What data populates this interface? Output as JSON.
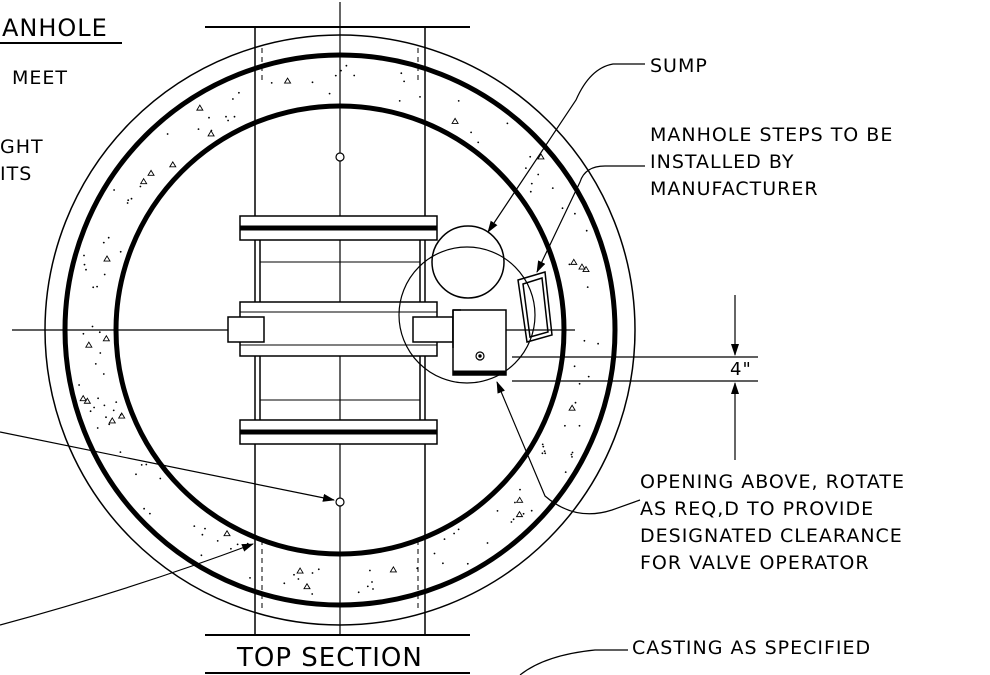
{
  "title_fragment": "ANHOLE",
  "left_notes": {
    "meet": "MEET",
    "ght": "GHT",
    "its": "ITS"
  },
  "callouts": {
    "sump": "SUMP",
    "steps": [
      "MANHOLE STEPS TO BE",
      "INSTALLED BY",
      "MANUFACTURER"
    ],
    "opening": [
      "OPENING ABOVE, ROTATE",
      "AS REQ,D TO PROVIDE",
      "DESIGNATED CLEARANCE",
      "FOR VALVE OPERATOR"
    ],
    "casting": "CASTING AS SPECIFIED"
  },
  "dimension": {
    "value": "4\""
  },
  "section_label": "TOP SECTION"
}
